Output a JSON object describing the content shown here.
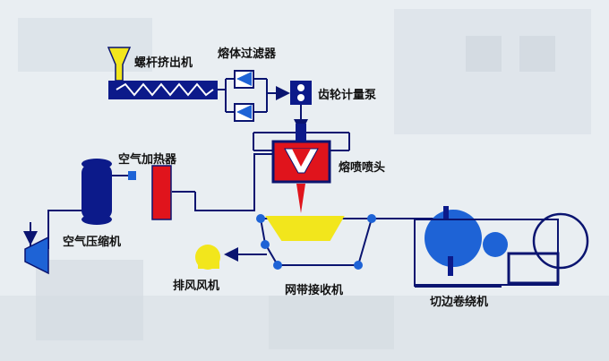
{
  "labels": {
    "extruder": "螺杆挤出机",
    "melt_filter": "熔体过滤器",
    "metering_pump": "齿轮计量泵",
    "air_heater": "空气加热器",
    "meltblown_head": "熔喷喷头",
    "air_compressor": "空气压缩机",
    "exhaust_fan": "排风风机",
    "belt_receiver": "网带接收机",
    "trim_winder": "切边卷绕机"
  },
  "colors": {
    "line": "#0a1470",
    "blue": "#1e63d6",
    "dark_blue": "#0c1a8a",
    "yellow": "#f2e61c",
    "red": "#e0141c",
    "background": "#e9eef2"
  }
}
